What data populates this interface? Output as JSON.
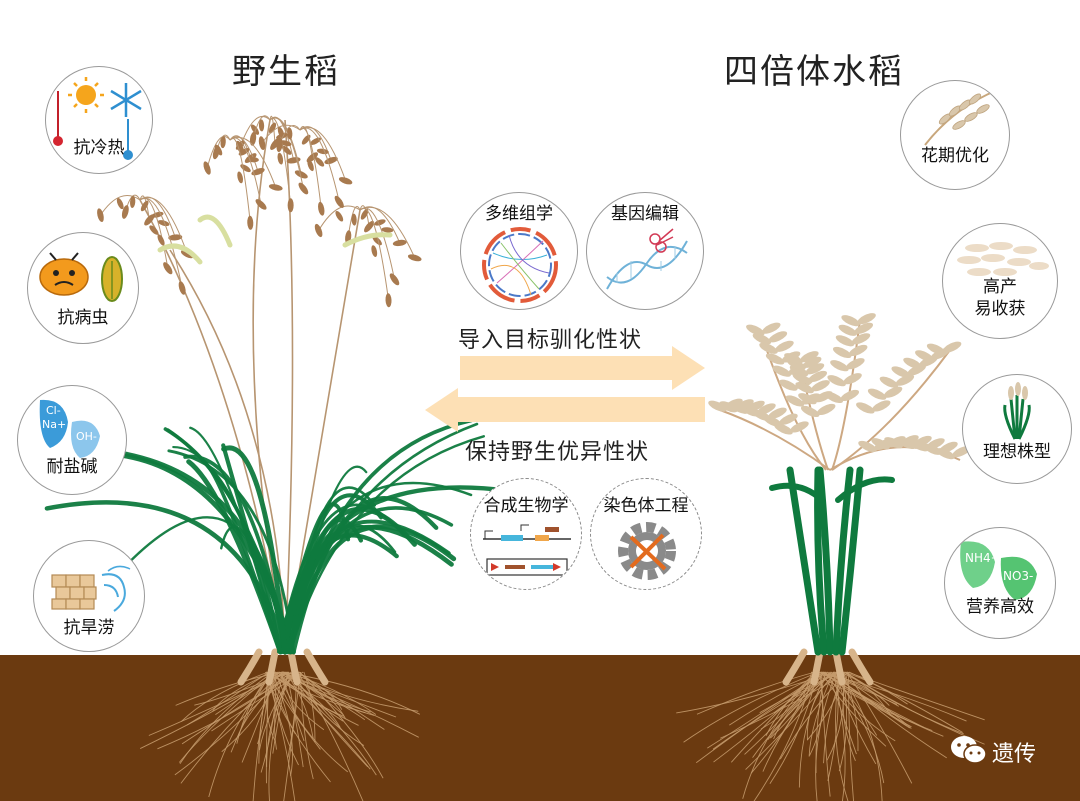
{
  "titles": {
    "wild_rice": "野生稻",
    "tetraploid_rice": "四倍体水稻"
  },
  "wild_traits": [
    {
      "label": "抗冷热",
      "icon": "sun-snowflake-thermometer-icon"
    },
    {
      "label": "抗病虫",
      "icon": "bug-leaf-icon"
    },
    {
      "label": "耐盐碱",
      "icon": "salt-ion-drops-icon",
      "icon_text": [
        "Cl-",
        "Na+",
        "OH-"
      ]
    },
    {
      "label": "抗旱涝",
      "icon": "soil-wave-icon"
    }
  ],
  "tech_circles": [
    {
      "label": "多维组学",
      "icon": "circos-plot-icon"
    },
    {
      "label": "基因编辑",
      "icon": "dna-scissors-icon"
    },
    {
      "label": "合成生物学",
      "icon": "gene-circuit-icon"
    },
    {
      "label": "染色体工程",
      "icon": "gear-scissors-icon"
    }
  ],
  "arrows": {
    "top_text": "导入目标驯化性状",
    "bottom_text": "保持野生优异性状"
  },
  "tetraploid_traits": [
    {
      "label": "花期优化",
      "icon": "rice-panicle-icon"
    },
    {
      "label": "高产\n易收获",
      "icon": "rice-grains-icon"
    },
    {
      "label": "理想株型",
      "icon": "plant-stem-icon"
    },
    {
      "label": "营养高效",
      "icon": "nutrient-drops-icon",
      "icon_text": [
        "NH4+",
        "NO3-"
      ]
    }
  ],
  "watermark": {
    "text": "遗传",
    "icon": "wechat-icon"
  },
  "colors": {
    "soil": "#6b3a10",
    "root": "#c49a6c",
    "leaf_green": "#0f7a3e",
    "wild_grain": "#a87a4f",
    "tetra_grain": "#d9c7ab",
    "arrow": "#fde0b5",
    "circle_border": "#9a9a9a"
  }
}
